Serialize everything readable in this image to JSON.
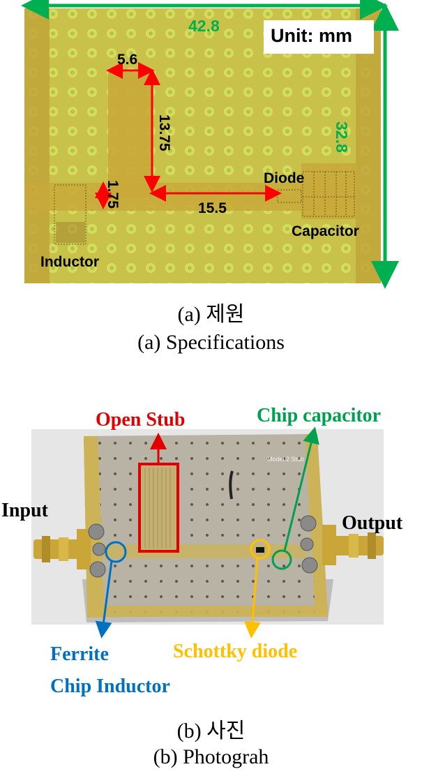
{
  "top_figure": {
    "overall_width": "42.8",
    "overall_height": "32.8",
    "unit_label": "Unit: mm",
    "stub_width": "5.6",
    "stub_length": "13.75",
    "line_width": "1.75",
    "line_length": "15.5",
    "diode_label": "Diode",
    "capacitor_label": "Capacitor",
    "inductor_label": "Inductor",
    "caption_ko": "(a)  제원",
    "caption_en": "(a)  Specifications"
  },
  "bottom_figure": {
    "open_stub_label": "Open Stub",
    "chip_capacitor_label": "Chip capacitor",
    "input_label": "Input",
    "output_label": "Output",
    "ferrite_label_line1": "Ferrite",
    "ferrite_label_line2": "Chip Inductor",
    "schottky_label": "Schottky diode",
    "board_text": "Model 2 Stub",
    "caption_ko": "(b)  사진",
    "caption_en": "(b)  Photograh"
  },
  "colors": {
    "board_gold": "#c9b040",
    "dimension_green": "#00b050",
    "dimension_red": "#ff0000",
    "open_stub_red": "#e00000",
    "chip_cap_green": "#00a050",
    "ferrite_blue": "#0070c0",
    "schottky_orange": "#ffc000"
  }
}
